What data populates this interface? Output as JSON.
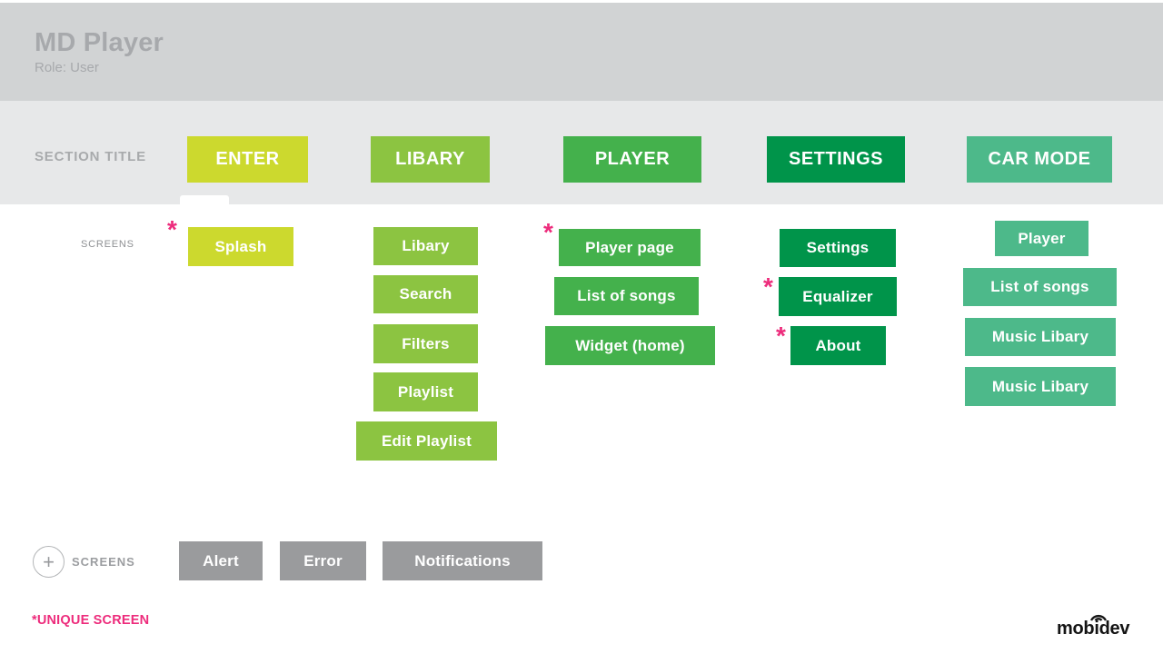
{
  "header": {
    "title": "MD Player",
    "subtitle": "Role: User"
  },
  "row_labels": {
    "section_title": "SECTION TITLE",
    "screens": "SCREENS"
  },
  "asterisk": "*",
  "sections": [
    {
      "title": "ENTER",
      "color": "#ccd92e",
      "screens": [
        {
          "label": "Splash",
          "unique": true
        }
      ]
    },
    {
      "title": "LIBARY",
      "color": "#8cc441",
      "screens": [
        {
          "label": "Libary"
        },
        {
          "label": "Search"
        },
        {
          "label": "Filters"
        },
        {
          "label": "Playlist"
        },
        {
          "label": "Edit Playlist"
        }
      ]
    },
    {
      "title": "PLAYER",
      "color": "#44b14c",
      "screens": [
        {
          "label": "Player page",
          "unique": true
        },
        {
          "label": "List of songs"
        },
        {
          "label": "Widget (home)"
        }
      ]
    },
    {
      "title": "SETTINGS",
      "color": "#00944a",
      "screens": [
        {
          "label": "Settings"
        },
        {
          "label": "Equalizer",
          "unique": true
        },
        {
          "label": "About",
          "unique": true
        }
      ]
    },
    {
      "title": "CAR MODE",
      "color": "#4db98a",
      "screens": [
        {
          "label": "Player"
        },
        {
          "label": "List of songs"
        },
        {
          "label": "Music Libary"
        },
        {
          "label": "Music Libary"
        }
      ]
    }
  ],
  "extra_screens": {
    "plus": "+",
    "label": "SCREENS",
    "color": "#9a9b9d",
    "items": [
      {
        "label": "Alert"
      },
      {
        "label": "Error"
      },
      {
        "label": "Notifications"
      }
    ]
  },
  "footnote": {
    "text": "*UNIQUE SCREEN",
    "color": "#ed2c7c"
  },
  "brand": {
    "logo_text": "mobidev"
  },
  "colors": {
    "header_bg": "#d1d3d4",
    "band_bg": "#e7e8e9",
    "page_bg": "#ffffff",
    "muted_text": "#a7a9ac",
    "accent_pink": "#ed2c7c",
    "enter": "#ccd92e",
    "libary": "#8cc441",
    "player": "#44b14c",
    "settings": "#00944a",
    "car_mode": "#4db98a",
    "common": "#9a9b9d"
  }
}
